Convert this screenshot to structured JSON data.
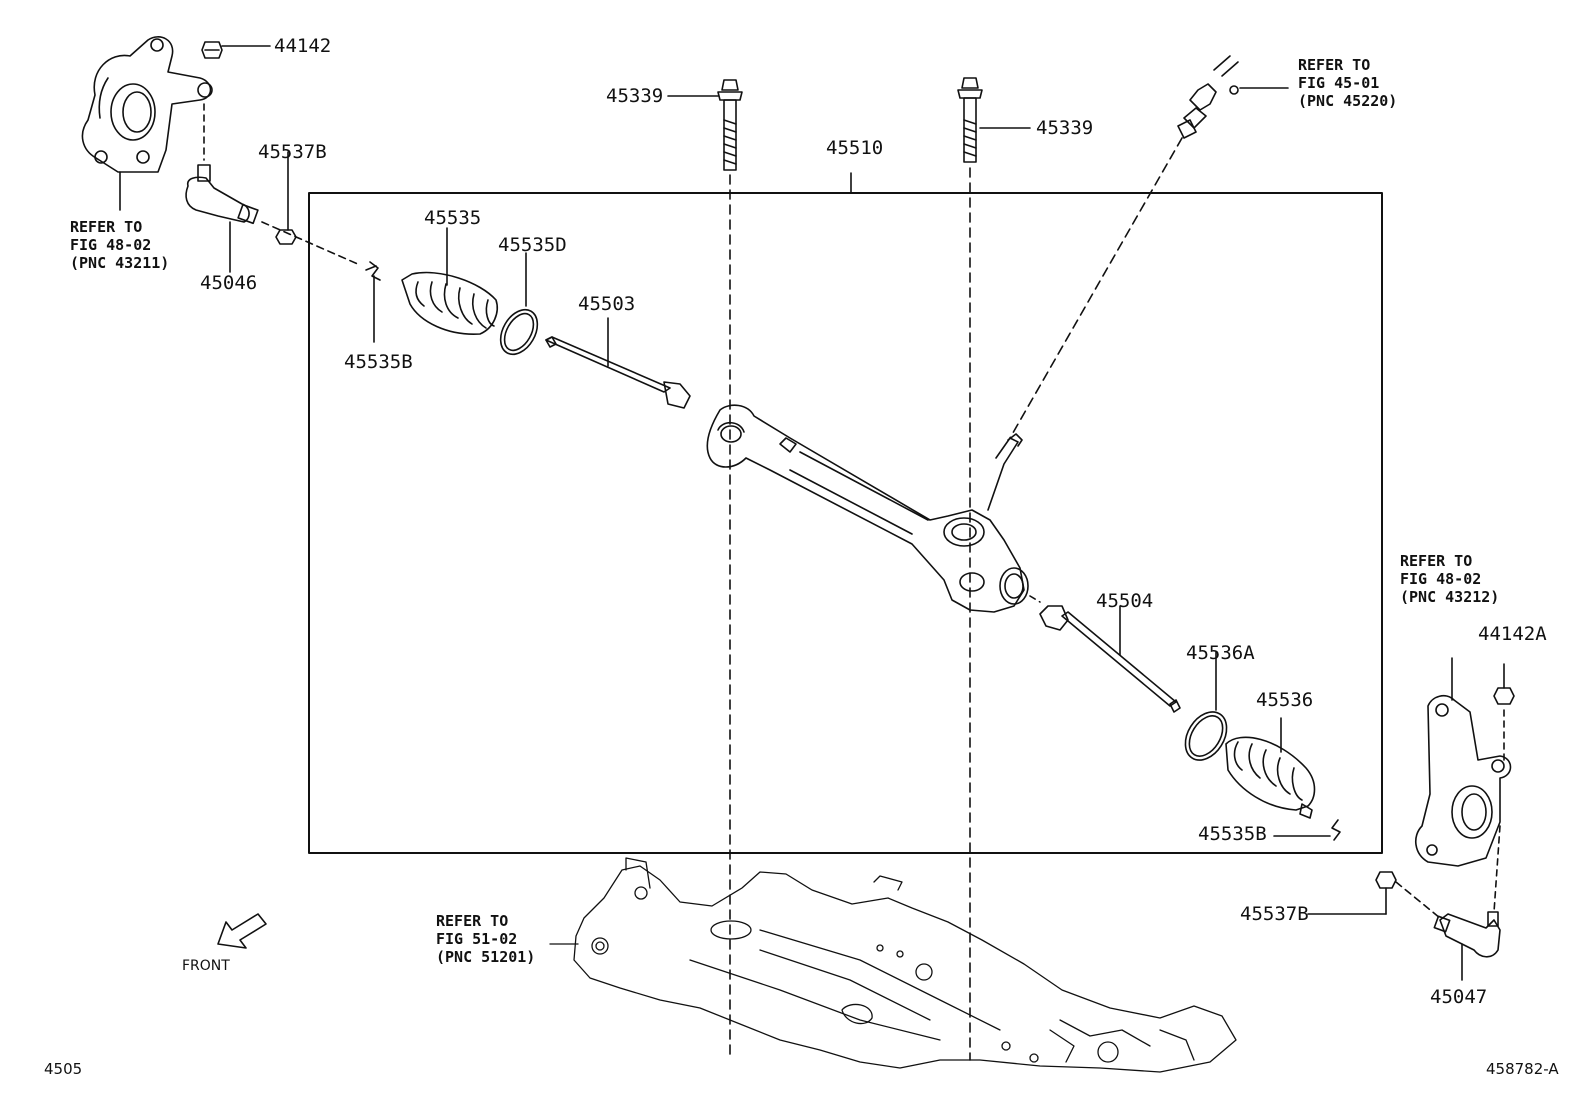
{
  "diagram": {
    "parts": {
      "p44142": "44142",
      "p45537B_left": "45537B",
      "p45046": "45046",
      "p45535": "45535",
      "p45535D": "45535D",
      "p45503": "45503",
      "p45535B_left": "45535B",
      "p45339_left": "45339",
      "p45339_right": "45339",
      "p45510": "45510",
      "p45504": "45504",
      "p45536A": "45536A",
      "p45536": "45536",
      "p45535B_right": "45535B",
      "p44142A": "44142A",
      "p45537B_right": "45537B",
      "p45047": "45047"
    },
    "refs": {
      "knuckle_left": [
        "REFER TO",
        "FIG 48-02",
        "(PNC 43211)"
      ],
      "column": [
        "REFER TO",
        "FIG 45-01",
        "(PNC 45220)"
      ],
      "knuckle_right": [
        "REFER TO",
        "FIG 48-02",
        "(PNC 43212)"
      ],
      "crossmember": [
        "REFER TO",
        "FIG 51-02",
        "(PNC 51201)"
      ]
    },
    "front_label": "FRONT",
    "page_code": "4505",
    "figure_id": "458782-A"
  }
}
